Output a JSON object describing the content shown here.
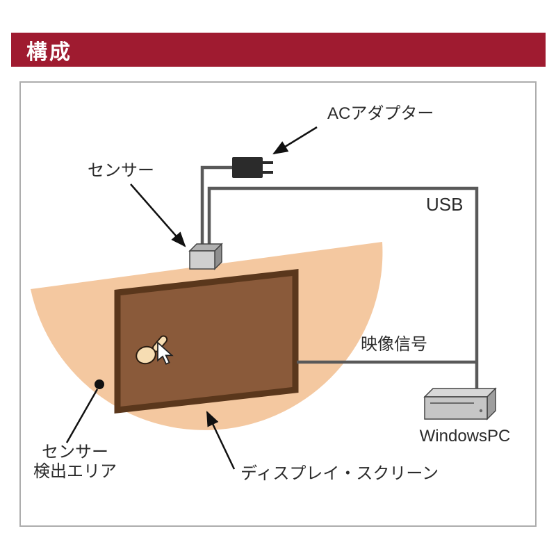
{
  "page": {
    "title": "構成"
  },
  "colors": {
    "banner": "#9f1b30",
    "detection_area": "#f4c8a0",
    "display_fill": "#8a5a3a",
    "display_frame": "#5a371c",
    "wire": "#595959",
    "adapter": "#2b2b2b",
    "device_light": "#cfcfcf",
    "text": "#2b2b2b"
  },
  "diagram": {
    "labels": {
      "ac_adapter": "ACアダプター",
      "sensor": "センサー",
      "usb": "USB",
      "video_signal": "映像信号",
      "windows_pc": "WindowsPC",
      "detection_area_line1": "センサー",
      "detection_area_line2": "検出エリア",
      "display_screen": "ディスプレイ・スクリーン"
    }
  }
}
